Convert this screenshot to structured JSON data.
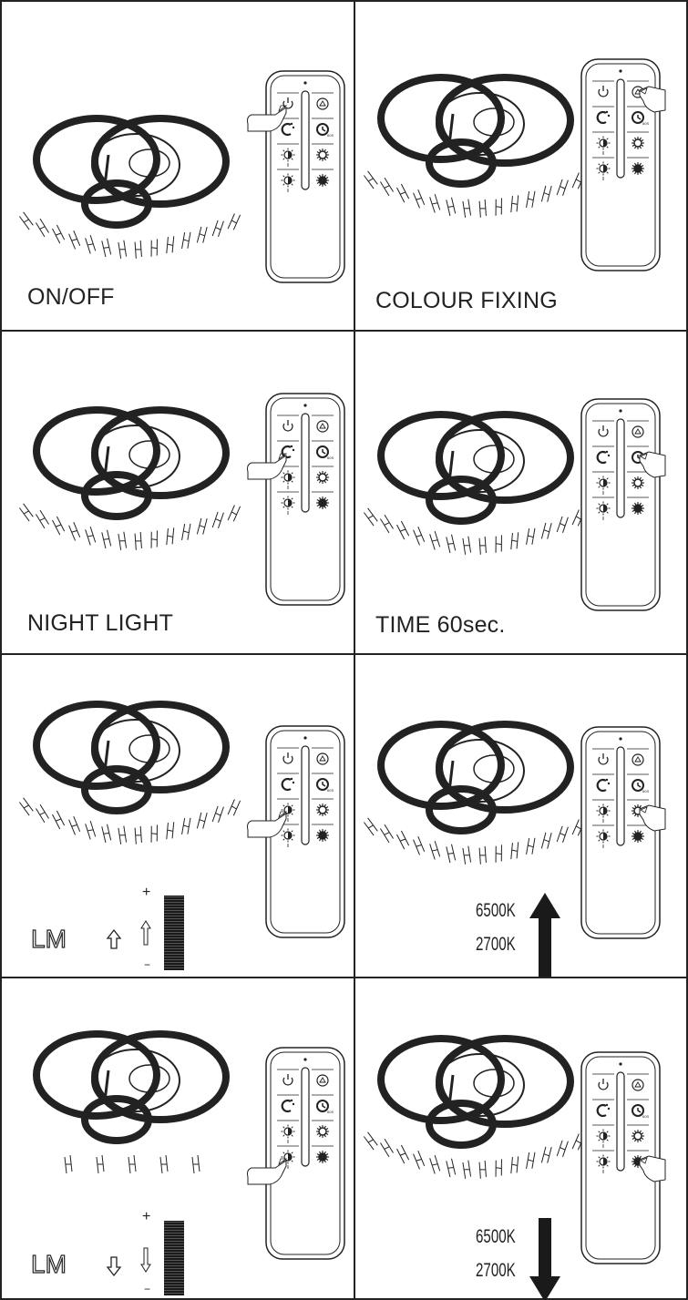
{
  "panels": [
    {
      "caption": "ON/OFF"
    },
    {
      "caption": "COLOUR FIXING"
    },
    {
      "caption": "NIGHT LIGHT"
    },
    {
      "caption": "TIME 60sec."
    },
    {
      "caption": "LM",
      "brightness_direction": "up"
    },
    {
      "caption_high": "6500K",
      "caption_low": "2700K",
      "color_temp_direction": "up"
    },
    {
      "caption": "LM",
      "brightness_direction": "down"
    },
    {
      "caption_high": "6500K",
      "caption_low": "2700K",
      "color_temp_direction": "down"
    }
  ],
  "remote": {
    "buttons": [
      "power-icon",
      "colour-cycle-icon",
      "night-light-icon",
      "timer-60s-icon",
      "brightness-up-icon",
      "colour-temp-up-icon",
      "brightness-down-icon",
      "colour-temp-down-icon"
    ],
    "timer_label": "60S"
  },
  "bar_signs": {
    "plus": "+",
    "minus": "−"
  }
}
